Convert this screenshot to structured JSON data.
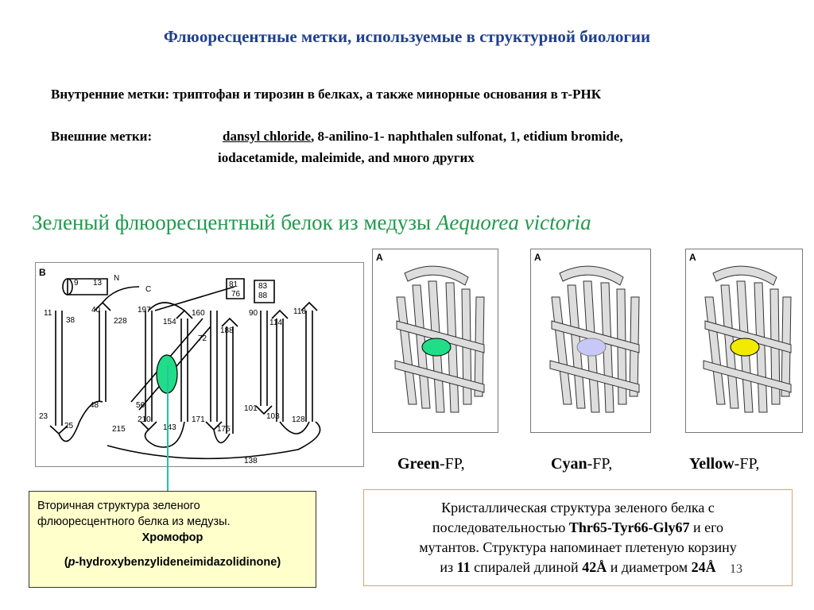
{
  "title": "Флюоресцентные метки, используемые в структурной биологии",
  "internal_labels": "Внутренние метки: триптофан и тирозин в белках, а также минорные основания в т-РНК",
  "external_labels": {
    "label": "Внешние метки:",
    "dansyl": "dansyl chloride",
    "rest_line1": ", 8-anilino-1- naphthalen  sulfonat, 1, etidium bromide,",
    "line2": "iodacetamide,  maleimide, and много других"
  },
  "subtitle": {
    "text": "Зеленый флюоресцентный белок из медузы  ",
    "species": "Aequorea victoria"
  },
  "diagram": {
    "panel_letter": "B",
    "labels": [
      "N",
      "C",
      "9",
      "13",
      "81",
      "76",
      "83",
      "88",
      "11",
      "38",
      "40",
      "197",
      "154",
      "160",
      "188",
      "90",
      "114",
      "118",
      "228",
      "72",
      "23",
      "25",
      "48",
      "56",
      "210",
      "215",
      "143",
      "171",
      "175",
      "101",
      "103",
      "128",
      "138"
    ],
    "chromophore_color": "#22dd88"
  },
  "structures": {
    "panel_letter": "A",
    "green_color": "#22dd88",
    "cyan_color": "#c8c8f8",
    "yellow_color": "#f2ea00"
  },
  "fp_labels": {
    "green": {
      "bold": "Green",
      "rest": "-FP,"
    },
    "cyan": {
      "bold": "Cyan",
      "rest": "-FP,"
    },
    "yellow": {
      "bold": "Yellow",
      "rest": "-FP,"
    }
  },
  "note_left": {
    "line1": "Вторичная структура зеленого",
    "line2": "флюоресцентного белка из медузы",
    "line2_end": ".",
    "line3": "Хромофор",
    "line4_open": "(",
    "line4_italic": "p",
    "line4_rest": "-hydroxybenzylideneimidazolidinone)"
  },
  "note_right": {
    "l1": "Кристаллическая структура  зеленого белка с",
    "l2a": "последовательностью ",
    "l2b": "Thr65-Tyr66-Gly67",
    "l2c": " и его",
    "l3": "мутантов. Структура напоминает плетеную корзину",
    "l4a": "из ",
    "l4b": "11",
    "l4c": " спиралей  длиной ",
    "l4d": "42Å",
    "l4e": "  и диаметром ",
    "l4f": "24Å"
  },
  "page_number": "13"
}
